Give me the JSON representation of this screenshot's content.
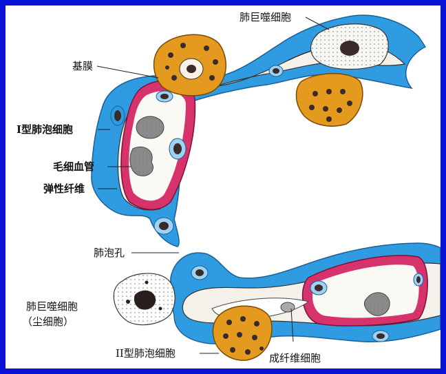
{
  "labels": {
    "macrophage_top": "肺巨噬细胞",
    "basement_membrane": "基膜",
    "type1_cell": "I型肺泡细胞",
    "capillary": "毛细血管",
    "elastic_fiber": "弹性纤维",
    "alveolar_pore": "肺泡孔",
    "macrophage_left_line1": "肺巨噬细胞",
    "macrophage_left_line2": "（尘细胞）",
    "type2_cell": "II型肺泡细胞",
    "fibroblast": "成纤维细胞"
  },
  "colors": {
    "background_border": "#0a14d8",
    "type1_epithelium": "#2f9be0",
    "type2_cell": "#e39a1e",
    "capillary_wall": "#d6336c",
    "nucleus": "#3b2a2a",
    "interstitium": "#f4f1ea"
  }
}
